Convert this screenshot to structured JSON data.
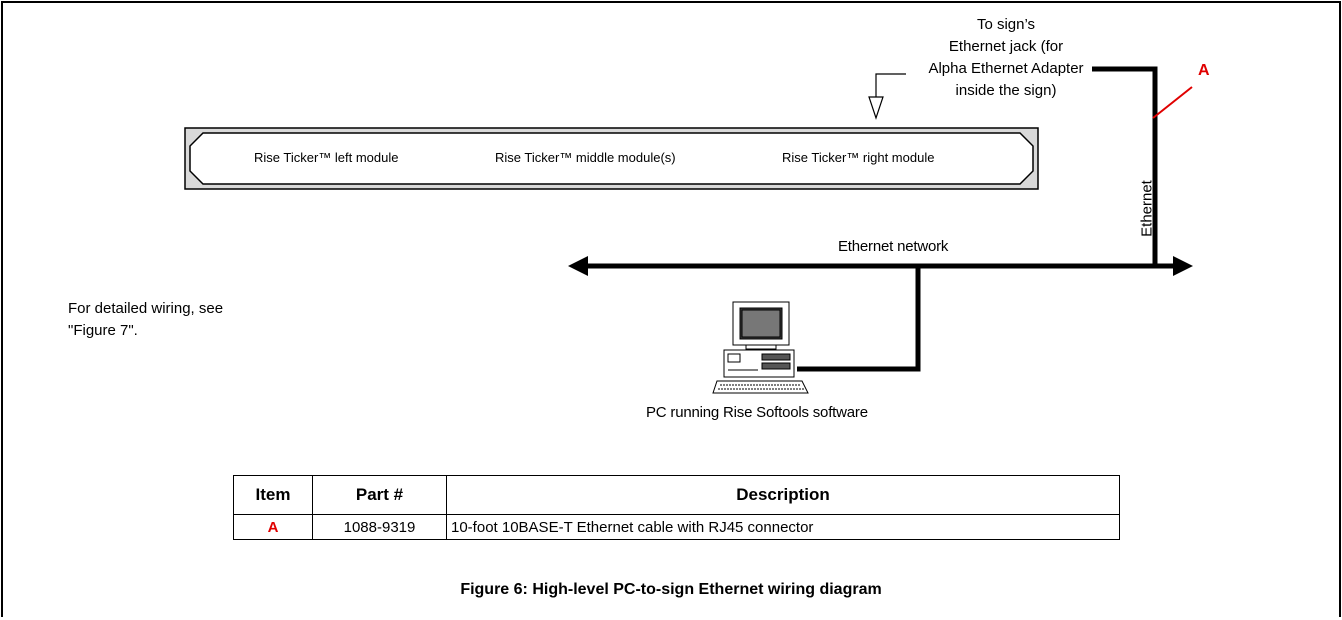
{
  "sign": {
    "left_module": "Rise Ticker™ left module",
    "middle_module": "Rise Ticker™ middle module(s)",
    "right_module": "Rise Ticker™ right module"
  },
  "labels": {
    "jack_line1": "To sign’s",
    "jack_line2": "Ethernet jack (for",
    "jack_line3": "Alpha Ethernet Adapter",
    "jack_line4": "inside the sign)",
    "cable_marker": "A",
    "ethernet_vertical": "Ethernet",
    "network": "Ethernet network",
    "pc": "PC running Rise Softools software",
    "note_line1": "For detailed wiring, see",
    "note_line2": "\"Figure 7\"."
  },
  "table": {
    "headers": [
      "Item",
      "Part #",
      "Description"
    ],
    "rows": [
      {
        "item": "A",
        "part": "1088-9319",
        "description": "10-foot 10BASE-T Ethernet cable with RJ45 connector"
      }
    ]
  },
  "caption": "Figure 6:  High-level PC-to-sign Ethernet wiring diagram",
  "colors": {
    "accent": "#e00000",
    "line": "#000000",
    "sign_fill": "#d9d9d9"
  }
}
